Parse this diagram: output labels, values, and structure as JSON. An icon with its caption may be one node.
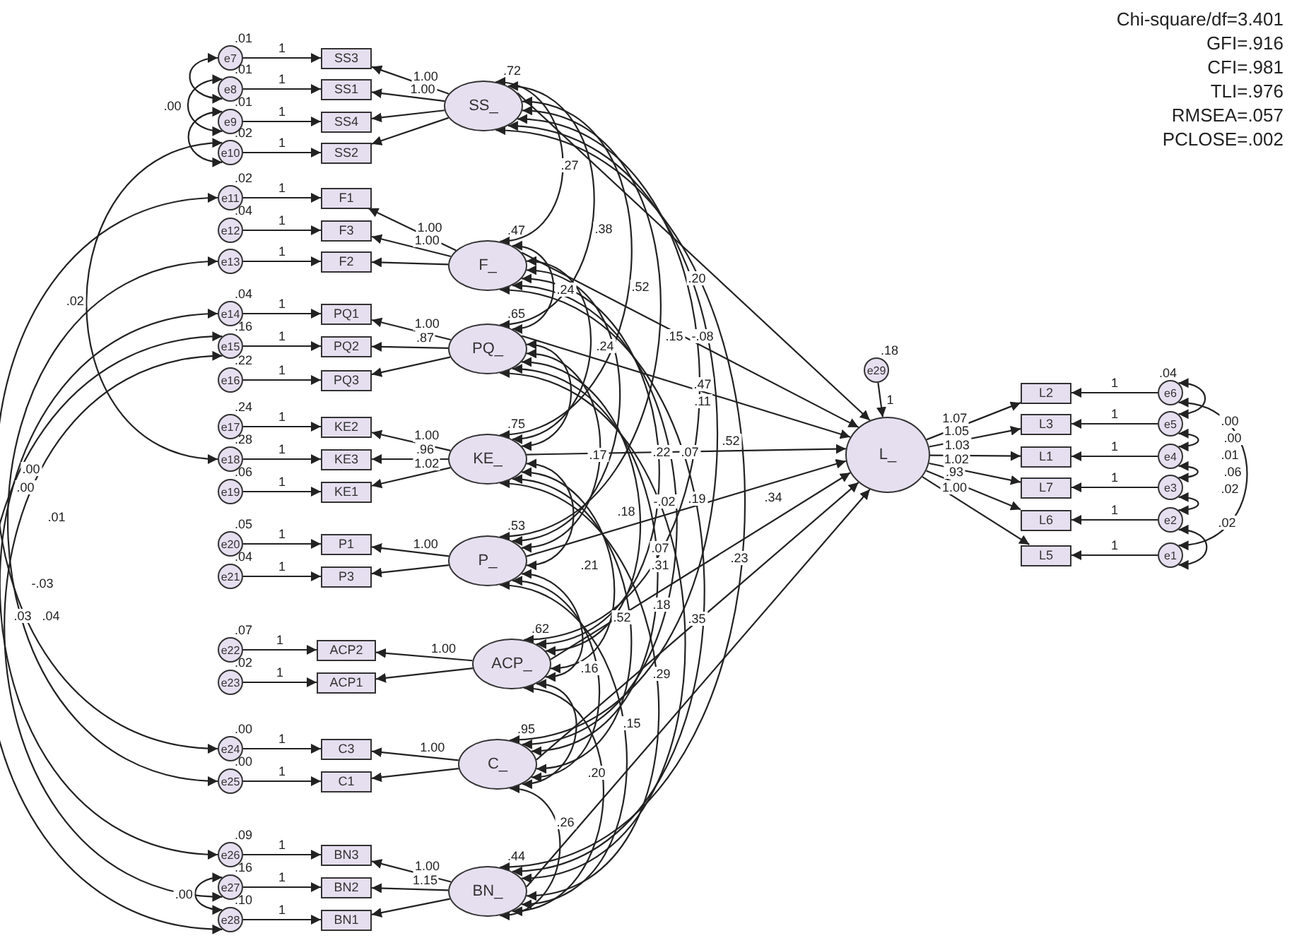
{
  "diagram": {
    "nodes": [
      {
        "text": [
          "e7"
        ],
        "beside": [
          ".01"
        ]
      },
      {
        "text": [
          "e8"
        ],
        "beside": [
          ".01"
        ]
      },
      {
        "text": [
          "e9"
        ],
        "beside": [
          ".01"
        ]
      },
      {
        "text": [
          "e10"
        ],
        "beside": [
          ".02"
        ]
      },
      {
        "text": [
          "SS3"
        ]
      },
      {
        "text": [
          "SS1"
        ]
      },
      {
        "text": [
          "SS4"
        ]
      },
      {
        "text": [
          "SS2"
        ]
      },
      {
        "text": [
          "SS_"
        ],
        "beside": [
          ".72"
        ]
      },
      {
        "text": [
          "e11"
        ],
        "beside": [
          ".02"
        ]
      },
      {
        "text": [
          "e12"
        ],
        "beside": [
          ".04"
        ]
      },
      {
        "text": [
          "e13"
        ]
      },
      {
        "text": [
          "F1"
        ]
      },
      {
        "text": [
          "F3"
        ]
      },
      {
        "text": [
          "F2"
        ]
      },
      {
        "text": [
          "F_"
        ],
        "beside": [
          ".47"
        ]
      },
      {
        "text": [
          "e14"
        ],
        "beside": [
          ".04"
        ]
      },
      {
        "text": [
          "e15"
        ],
        "beside": [
          ".16"
        ]
      },
      {
        "text": [
          "e16"
        ],
        "beside": [
          ".22"
        ]
      },
      {
        "text": [
          "PQ1"
        ]
      },
      {
        "text": [
          "PQ2"
        ]
      },
      {
        "text": [
          "PQ3"
        ]
      },
      {
        "text": [
          "PQ_"
        ],
        "beside": [
          ".65"
        ]
      },
      {
        "text": [
          "e17"
        ],
        "beside": [
          ".24"
        ]
      },
      {
        "text": [
          "e18"
        ],
        "beside": [
          ".28"
        ]
      },
      {
        "text": [
          "e19"
        ],
        "beside": [
          ".06"
        ]
      },
      {
        "text": [
          "KE2"
        ]
      },
      {
        "text": [
          "KE3"
        ]
      },
      {
        "text": [
          "KE1"
        ]
      },
      {
        "text": [
          "KE_"
        ],
        "beside": [
          ".75"
        ]
      },
      {
        "text": [
          "e20"
        ],
        "beside": [
          ".05"
        ]
      },
      {
        "text": [
          "e21"
        ],
        "beside": [
          ".04"
        ]
      },
      {
        "text": [
          "P1"
        ]
      },
      {
        "text": [
          "P3"
        ]
      },
      {
        "text": [
          "P_"
        ],
        "beside": [
          ".53"
        ]
      },
      {
        "text": [
          "e22"
        ],
        "beside": [
          ".07"
        ]
      },
      {
        "text": [
          "e23"
        ],
        "beside": [
          ".02"
        ]
      },
      {
        "text": [
          "ACP2"
        ]
      },
      {
        "text": [
          "ACP1"
        ]
      },
      {
        "text": [
          "ACP_"
        ],
        "beside": [
          ".62"
        ]
      },
      {
        "text": [
          "e24"
        ],
        "beside": [
          ".00"
        ]
      },
      {
        "text": [
          "e25"
        ],
        "beside": [
          ".00"
        ]
      },
      {
        "text": [
          "C3"
        ]
      },
      {
        "text": [
          "C1"
        ]
      },
      {
        "text": [
          "C_"
        ],
        "beside": [
          ".95"
        ]
      },
      {
        "text": [
          "e26"
        ],
        "beside": [
          ".09"
        ]
      },
      {
        "text": [
          "e27"
        ],
        "beside": [
          ".16"
        ]
      },
      {
        "text": [
          "e28"
        ],
        "beside": [
          ".10"
        ]
      },
      {
        "text": [
          "BN3"
        ]
      },
      {
        "text": [
          "BN2"
        ]
      },
      {
        "text": [
          "BN1"
        ]
      },
      {
        "text": [
          "BN_"
        ],
        "beside": [
          ".44"
        ]
      },
      {
        "text": [
          "e29"
        ],
        "beside": [
          ".18"
        ]
      },
      {
        "text": [
          "L_"
        ]
      },
      {
        "text": [
          "L2"
        ]
      },
      {
        "text": [
          "L3"
        ]
      },
      {
        "text": [
          "L1"
        ]
      },
      {
        "text": [
          "L7"
        ]
      },
      {
        "text": [
          "L6"
        ]
      },
      {
        "text": [
          "L5"
        ]
      },
      {
        "text": [
          "e6"
        ],
        "beside": [
          ".04"
        ]
      },
      {
        "text": [
          "e5"
        ]
      },
      {
        "text": [
          "e4"
        ]
      },
      {
        "text": [
          "e3"
        ]
      },
      {
        "text": [
          "e2"
        ]
      },
      {
        "text": [
          "e1"
        ]
      }
    ],
    "edges": [
      {
        "from": 0,
        "to": 4,
        "arrow": "to",
        "label": "1"
      },
      {
        "from": 1,
        "to": 5,
        "arrow": "to",
        "label": "1"
      },
      {
        "from": 2,
        "to": 6,
        "arrow": "to",
        "label": "1"
      },
      {
        "from": 3,
        "to": 7,
        "arrow": "to",
        "label": "1"
      },
      {
        "from": 8,
        "to": 4,
        "arrow": "to",
        "label": "1.00"
      },
      {
        "from": 8,
        "to": 5,
        "arrow": "to",
        "label": "1.00"
      },
      {
        "from": 8,
        "to": 6,
        "arrow": "to"
      },
      {
        "from": 8,
        "to": 7,
        "arrow": "to"
      },
      {
        "from": 9,
        "to": 12,
        "arrow": "to",
        "label": "1"
      },
      {
        "from": 10,
        "to": 13,
        "arrow": "to",
        "label": "1"
      },
      {
        "from": 11,
        "to": 14,
        "arrow": "to",
        "label": "1"
      },
      {
        "from": 15,
        "to": 12,
        "arrow": "to",
        "label": "1.00"
      },
      {
        "from": 15,
        "to": 13,
        "arrow": "to",
        "label": "1.00"
      },
      {
        "from": 15,
        "to": 14,
        "arrow": "to"
      },
      {
        "from": 16,
        "to": 19,
        "arrow": "to",
        "label": "1"
      },
      {
        "from": 17,
        "to": 20,
        "arrow": "to",
        "label": "1"
      },
      {
        "from": 18,
        "to": 21,
        "arrow": "to",
        "label": "1"
      },
      {
        "from": 22,
        "to": 19,
        "arrow": "to",
        "label": "1.00"
      },
      {
        "from": 22,
        "to": 20,
        "arrow": "to",
        "label": ".87"
      },
      {
        "from": 22,
        "to": 21,
        "arrow": "to"
      },
      {
        "from": 23,
        "to": 26,
        "arrow": "to",
        "label": "1"
      },
      {
        "from": 24,
        "to": 27,
        "arrow": "to",
        "label": "1"
      },
      {
        "from": 25,
        "to": 28,
        "arrow": "to",
        "label": "1"
      },
      {
        "from": 29,
        "to": 26,
        "arrow": "to",
        "label": "1.00"
      },
      {
        "from": 29,
        "to": 27,
        "arrow": "to",
        "label": ".96"
      },
      {
        "from": 29,
        "to": 28,
        "arrow": "to",
        "label": "1.02"
      },
      {
        "from": 30,
        "to": 32,
        "arrow": "to",
        "label": "1"
      },
      {
        "from": 31,
        "to": 33,
        "arrow": "to",
        "label": "1"
      },
      {
        "from": 34,
        "to": 32,
        "arrow": "to",
        "label": "1.00"
      },
      {
        "from": 34,
        "to": 33,
        "arrow": "to"
      },
      {
        "from": 35,
        "to": 37,
        "arrow": "to",
        "label": "1"
      },
      {
        "from": 36,
        "to": 38,
        "arrow": "to",
        "label": "1"
      },
      {
        "from": 39,
        "to": 37,
        "arrow": "to",
        "label": "1.00"
      },
      {
        "from": 39,
        "to": 38,
        "arrow": "to"
      },
      {
        "from": 40,
        "to": 42,
        "arrow": "to",
        "label": "1"
      },
      {
        "from": 41,
        "to": 43,
        "arrow": "to",
        "label": "1"
      },
      {
        "from": 44,
        "to": 42,
        "arrow": "to",
        "label": "1.00"
      },
      {
        "from": 44,
        "to": 43,
        "arrow": "to"
      },
      {
        "from": 45,
        "to": 48,
        "arrow": "to",
        "label": "1"
      },
      {
        "from": 46,
        "to": 49,
        "arrow": "to",
        "label": "1"
      },
      {
        "from": 47,
        "to": 50,
        "arrow": "to",
        "label": "1"
      },
      {
        "from": 51,
        "to": 48,
        "arrow": "to",
        "label": "1.00"
      },
      {
        "from": 51,
        "to": 49,
        "arrow": "to",
        "label": "1.15"
      },
      {
        "from": 51,
        "to": 50,
        "arrow": "to"
      },
      {
        "from": 52,
        "to": 53,
        "arrow": "to",
        "label": "1"
      },
      {
        "from": 53,
        "to": 54,
        "arrow": "to",
        "label": "1.07"
      },
      {
        "from": 53,
        "to": 55,
        "arrow": "to",
        "label": "1.05"
      },
      {
        "from": 53,
        "to": 56,
        "arrow": "to",
        "label": "1.03"
      },
      {
        "from": 53,
        "to": 57,
        "arrow": "to",
        "label": "1.02"
      },
      {
        "from": 53,
        "to": 58,
        "arrow": "to",
        "label": ".93"
      },
      {
        "from": 53,
        "to": 59,
        "arrow": "to",
        "label": "1.00"
      },
      {
        "from": 60,
        "to": 54,
        "arrow": "to",
        "label": "1"
      },
      {
        "from": 61,
        "to": 55,
        "arrow": "to",
        "label": "1"
      },
      {
        "from": 62,
        "to": 56,
        "arrow": "to",
        "label": "1"
      },
      {
        "from": 63,
        "to": 57,
        "arrow": "to",
        "label": "1"
      },
      {
        "from": 64,
        "to": 58,
        "arrow": "to",
        "label": "1"
      },
      {
        "from": 65,
        "to": 59,
        "arrow": "to",
        "label": "1"
      },
      {
        "from": 8,
        "to": 53,
        "arrow": "to"
      },
      {
        "from": 15,
        "to": 53,
        "arrow": "to"
      },
      {
        "from": 22,
        "to": 53,
        "arrow": "to"
      },
      {
        "from": 29,
        "to": 53,
        "arrow": "to"
      },
      {
        "from": 34,
        "to": 53,
        "arrow": "to"
      },
      {
        "from": 39,
        "to": 53,
        "arrow": "to"
      },
      {
        "from": 44,
        "to": 53,
        "arrow": "to"
      },
      {
        "from": 51,
        "to": 53,
        "arrow": "to"
      },
      {
        "from": 8,
        "to": 15,
        "arrow": "both"
      },
      {
        "from": 8,
        "to": 22,
        "arrow": "both"
      },
      {
        "from": 8,
        "to": 29,
        "arrow": "both"
      },
      {
        "from": 8,
        "to": 34,
        "arrow": "both"
      },
      {
        "from": 8,
        "to": 39,
        "arrow": "both"
      },
      {
        "from": 8,
        "to": 44,
        "arrow": "both"
      },
      {
        "from": 8,
        "to": 51,
        "arrow": "both"
      },
      {
        "from": 15,
        "to": 22,
        "arrow": "both"
      },
      {
        "from": 15,
        "to": 29,
        "arrow": "both"
      },
      {
        "from": 15,
        "to": 34,
        "arrow": "both"
      },
      {
        "from": 15,
        "to": 39,
        "arrow": "both"
      },
      {
        "from": 15,
        "to": 44,
        "arrow": "both"
      },
      {
        "from": 15,
        "to": 51,
        "arrow": "both"
      },
      {
        "from": 22,
        "to": 29,
        "arrow": "both"
      },
      {
        "from": 22,
        "to": 34,
        "arrow": "both"
      },
      {
        "from": 22,
        "to": 39,
        "arrow": "both"
      },
      {
        "from": 22,
        "to": 44,
        "arrow": "both"
      },
      {
        "from": 22,
        "to": 51,
        "arrow": "both"
      },
      {
        "from": 29,
        "to": 34,
        "arrow": "both"
      },
      {
        "from": 29,
        "to": 39,
        "arrow": "both"
      },
      {
        "from": 29,
        "to": 44,
        "arrow": "both"
      },
      {
        "from": 29,
        "to": 51,
        "arrow": "both"
      },
      {
        "from": 34,
        "to": 39,
        "arrow": "both"
      },
      {
        "from": 34,
        "to": 44,
        "arrow": "both"
      },
      {
        "from": 34,
        "to": 51,
        "arrow": "both"
      },
      {
        "from": 39,
        "to": 44,
        "arrow": "both"
      },
      {
        "from": 39,
        "to": 51,
        "arrow": "both"
      },
      {
        "from": 44,
        "to": 51,
        "arrow": "both"
      },
      {
        "from": 0,
        "to": 1,
        "arrow": "both"
      },
      {
        "from": 1,
        "to": 2,
        "arrow": "both"
      },
      {
        "from": 2,
        "to": 3,
        "arrow": "both"
      },
      {
        "from": 3,
        "to": 24,
        "arrow": "both",
        "label": ".02"
      },
      {
        "from": 9,
        "to": 40,
        "arrow": "both"
      },
      {
        "from": 11,
        "to": 41,
        "arrow": "both"
      },
      {
        "from": 16,
        "to": 45,
        "arrow": "both"
      },
      {
        "from": 17,
        "to": 46,
        "arrow": "both"
      },
      {
        "from": 17,
        "to": 47,
        "arrow": "both"
      },
      {
        "from": 46,
        "to": 47,
        "arrow": "both",
        "label": ".00"
      },
      {
        "from": 60,
        "to": 61,
        "arrow": "both"
      },
      {
        "from": 61,
        "to": 62,
        "arrow": "both"
      },
      {
        "from": 62,
        "to": 63,
        "arrow": "both"
      },
      {
        "from": 63,
        "to": 64,
        "arrow": "both"
      },
      {
        "from": 64,
        "to": 65,
        "arrow": "both"
      },
      {
        "from": 60,
        "to": 65,
        "arrow": "both"
      }
    ],
    "labels": [
      "Chi-square/df=3.401",
      "GFI=.916",
      "CFI=.981",
      "TLI=.976",
      "RMSEA=.057",
      "PCLOSE=.002",
      ".27",
      ".38",
      ".52",
      ".20",
      ".24",
      ".15",
      "-.08",
      ".24",
      ".47",
      ".11",
      ".52",
      ".17",
      ".22",
      ".07",
      ".19",
      ".18",
      "-.02",
      ".34",
      ".07",
      ".21",
      ".31",
      ".52",
      ".18",
      ".23",
      ".35",
      ".16",
      ".29",
      ".15",
      ".20",
      ".26",
      ".00",
      ".00",
      ".00",
      ".01",
      "-.03",
      ".03",
      ".04",
      ".00",
      ".00",
      ".01",
      ".06",
      ".02",
      ".02"
    ]
  }
}
